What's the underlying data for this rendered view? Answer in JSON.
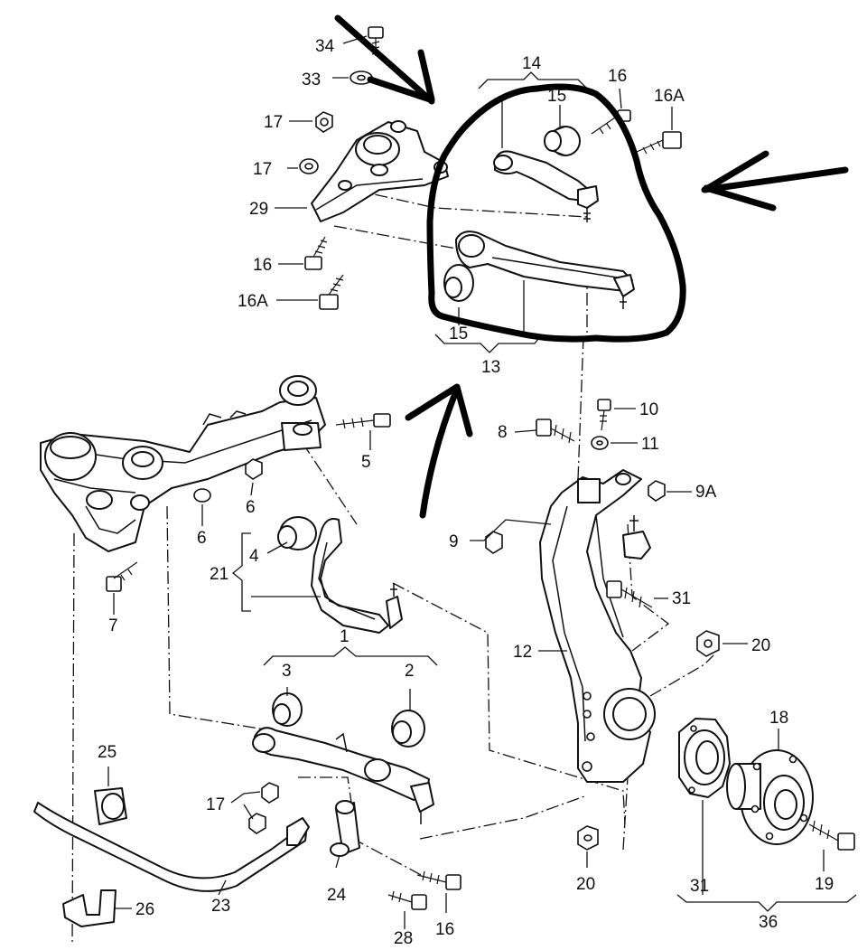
{
  "diagram": {
    "labels": {
      "l34": "34",
      "l33": "33",
      "l17a": "17",
      "l17b": "17",
      "l29": "29",
      "l16a": "16",
      "l16A_a": "16A",
      "l14": "14",
      "l15a": "15",
      "l16b": "16",
      "l16A_b": "16A",
      "l15b": "15",
      "l13": "13",
      "l10": "10",
      "l8": "8",
      "l11": "11",
      "l5": "5",
      "l9A": "9A",
      "l6a": "6",
      "l6b": "6",
      "l9": "9",
      "l4": "4",
      "l21": "21",
      "l31a": "31",
      "l7": "7",
      "l20a": "20",
      "l12": "12",
      "l1": "1",
      "l3": "3",
      "l2": "2",
      "l18": "18",
      "l25": "25",
      "l17c": "17",
      "l20b": "20",
      "l24": "24",
      "l23": "23",
      "l31b": "31",
      "l19": "19",
      "l26": "26",
      "l16c": "16",
      "l36": "36",
      "l28": "28"
    }
  }
}
